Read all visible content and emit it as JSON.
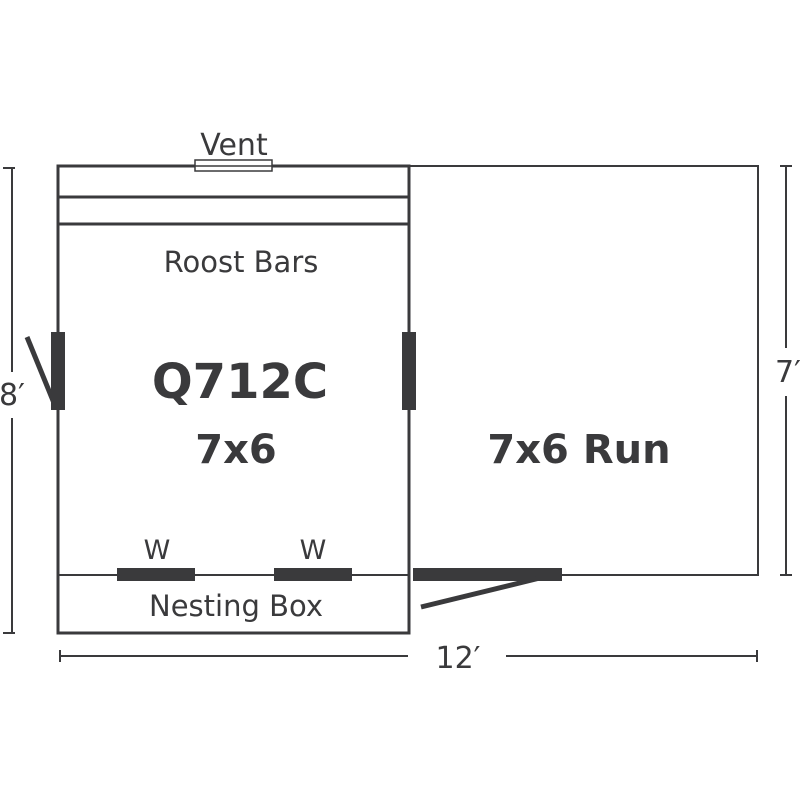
{
  "labels": {
    "vent": "Vent",
    "roost_bars": "Roost Bars",
    "model": "Q712C",
    "coop_size": "7x6",
    "run": "7x6 Run",
    "window_left": "W",
    "window_right": "W",
    "nesting_box": "Nesting Box"
  },
  "dimensions": {
    "left_height": "8′",
    "right_height": "7′",
    "total_width": "12′"
  },
  "colors": {
    "line": "#3a3a3c",
    "text": "#3a3a3c",
    "background": "#ffffff"
  }
}
